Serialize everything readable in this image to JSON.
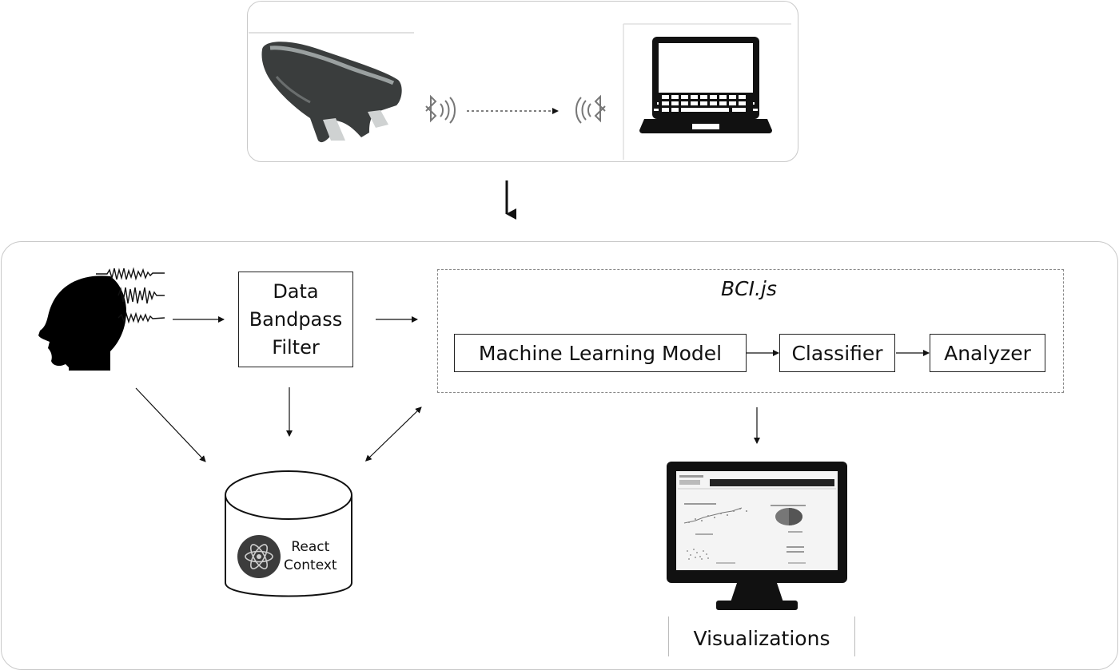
{
  "pipeline": {
    "bandpass_filter_label": "Data\nBandpass\nFilter",
    "bcijs_title": "BCI.js",
    "ml_model_label": "Machine Learning Model",
    "classifier_label": "Classifier",
    "analyzer_label": "Analyzer"
  },
  "storage": {
    "react_context_label": "React\nContext"
  },
  "output": {
    "visualizations_label": "Visualizations"
  },
  "icons": {
    "headset": "eeg-headset-icon",
    "bluetooth_tx": "bluetooth-icon",
    "bluetooth_rx": "bluetooth-icon",
    "laptop": "laptop-icon",
    "head": "head-silhouette-icon",
    "database": "database-icon",
    "react": "react-logo-icon",
    "monitor": "monitor-icon"
  },
  "colors": {
    "line": "#111111",
    "panel_border": "#c9c9c9",
    "headset": "#3a3d3d",
    "react_badge": "#3c3c3c"
  }
}
